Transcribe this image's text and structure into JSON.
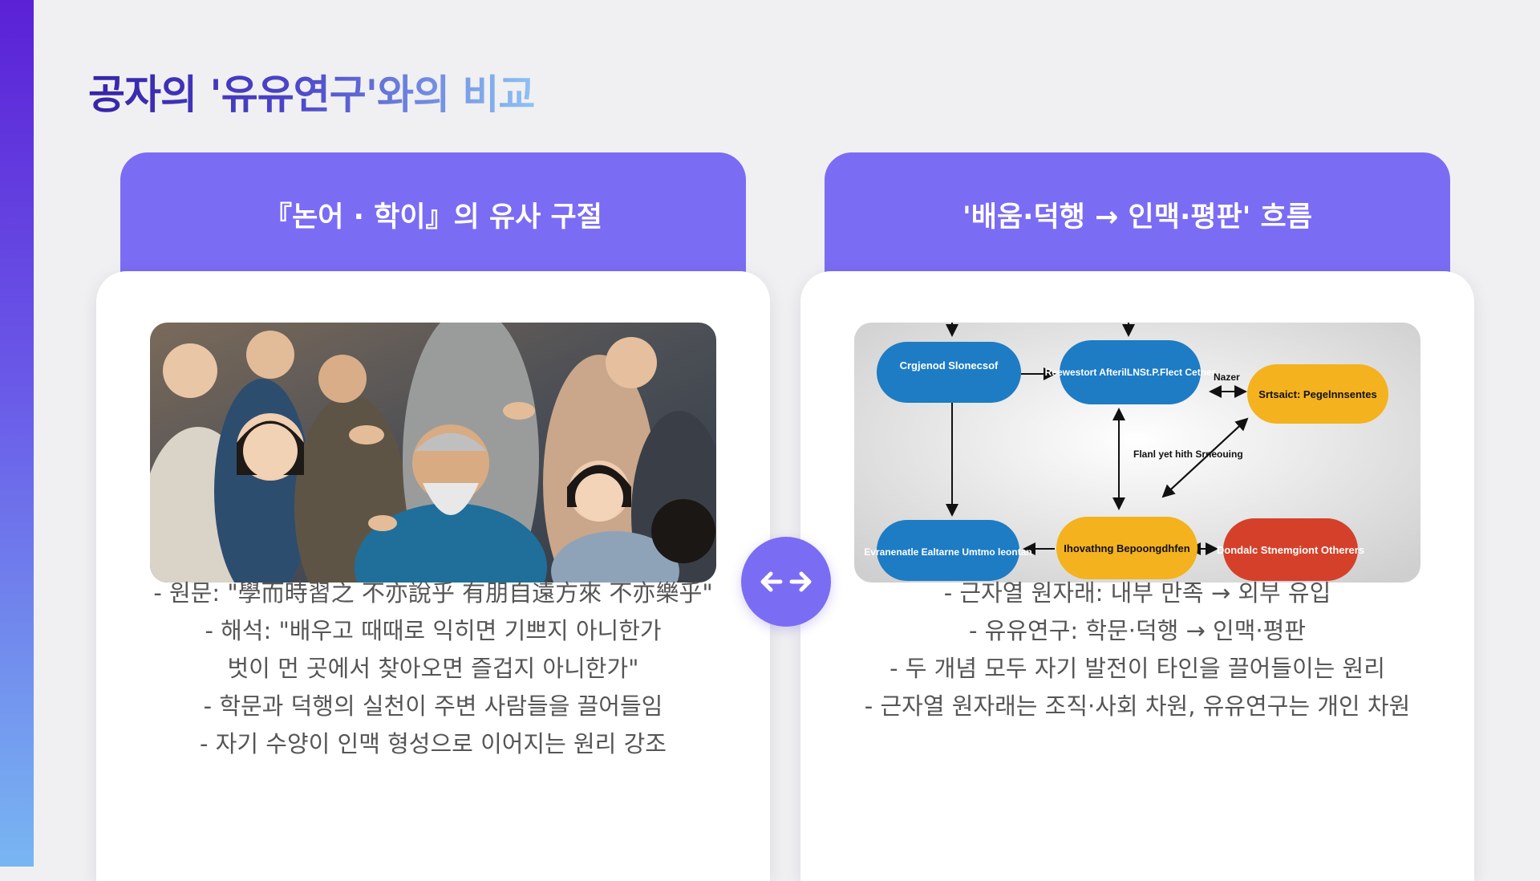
{
  "title": "공자의 '유유연구'와의 비교",
  "left_card": {
    "header": "『논어 · 학이』의 유사 구절",
    "image_icon": "photo-confucius-crowd",
    "bullets": [
      "- 원문: \"學而時習之 不亦說乎 有朋自遠方來 不亦樂乎\"",
      "- 해석: \"배우고 때때로 익히면 기쁘지 아니한가",
      "벗이 먼 곳에서 찾아오면 즐겁지 아니한가\"",
      "- 학문과 덕행의 실천이 주변 사람들을 끌어들임",
      "- 자기 수양이 인맥 형성으로 이어지는 원리 강조"
    ]
  },
  "right_card": {
    "header": "'배움·덕행 → 인맥·평판' 흐름",
    "diagram": {
      "nodes": [
        "Crgjenod Slonecsof",
        "Reewestort AfterilLNSt.P.Flect Cetner",
        "Srtsaict: Pegelnnsentes",
        "Evranenatle Ealtarne Umtmo leontan",
        "Ihovathng Bepoongdhfen",
        "Dondalc Stnemgiont Otherers"
      ],
      "labels": [
        "Nazer",
        "Flanl yet hith Srneouing"
      ]
    },
    "bullets": [
      "- 근자열 원자래: 내부 만족 → 외부 유입",
      "- 유유연구: 학문·덕행 → 인맥·평판",
      "- 두 개념 모두 자기 발전이 타인을 끌어들이는 원리",
      "- 근자열 원자래는 조직·사회 차원, 유유연구는 개인 차원"
    ]
  },
  "compare_icon": "left-right-arrow-icon",
  "colors": {
    "accent": "#7b6cf4",
    "title_dark": "#3524a8",
    "title_light": "#8fc2f2",
    "node_blue": "#1d7cc4",
    "node_yellow": "#f4b21f",
    "node_red": "#d5402a"
  }
}
